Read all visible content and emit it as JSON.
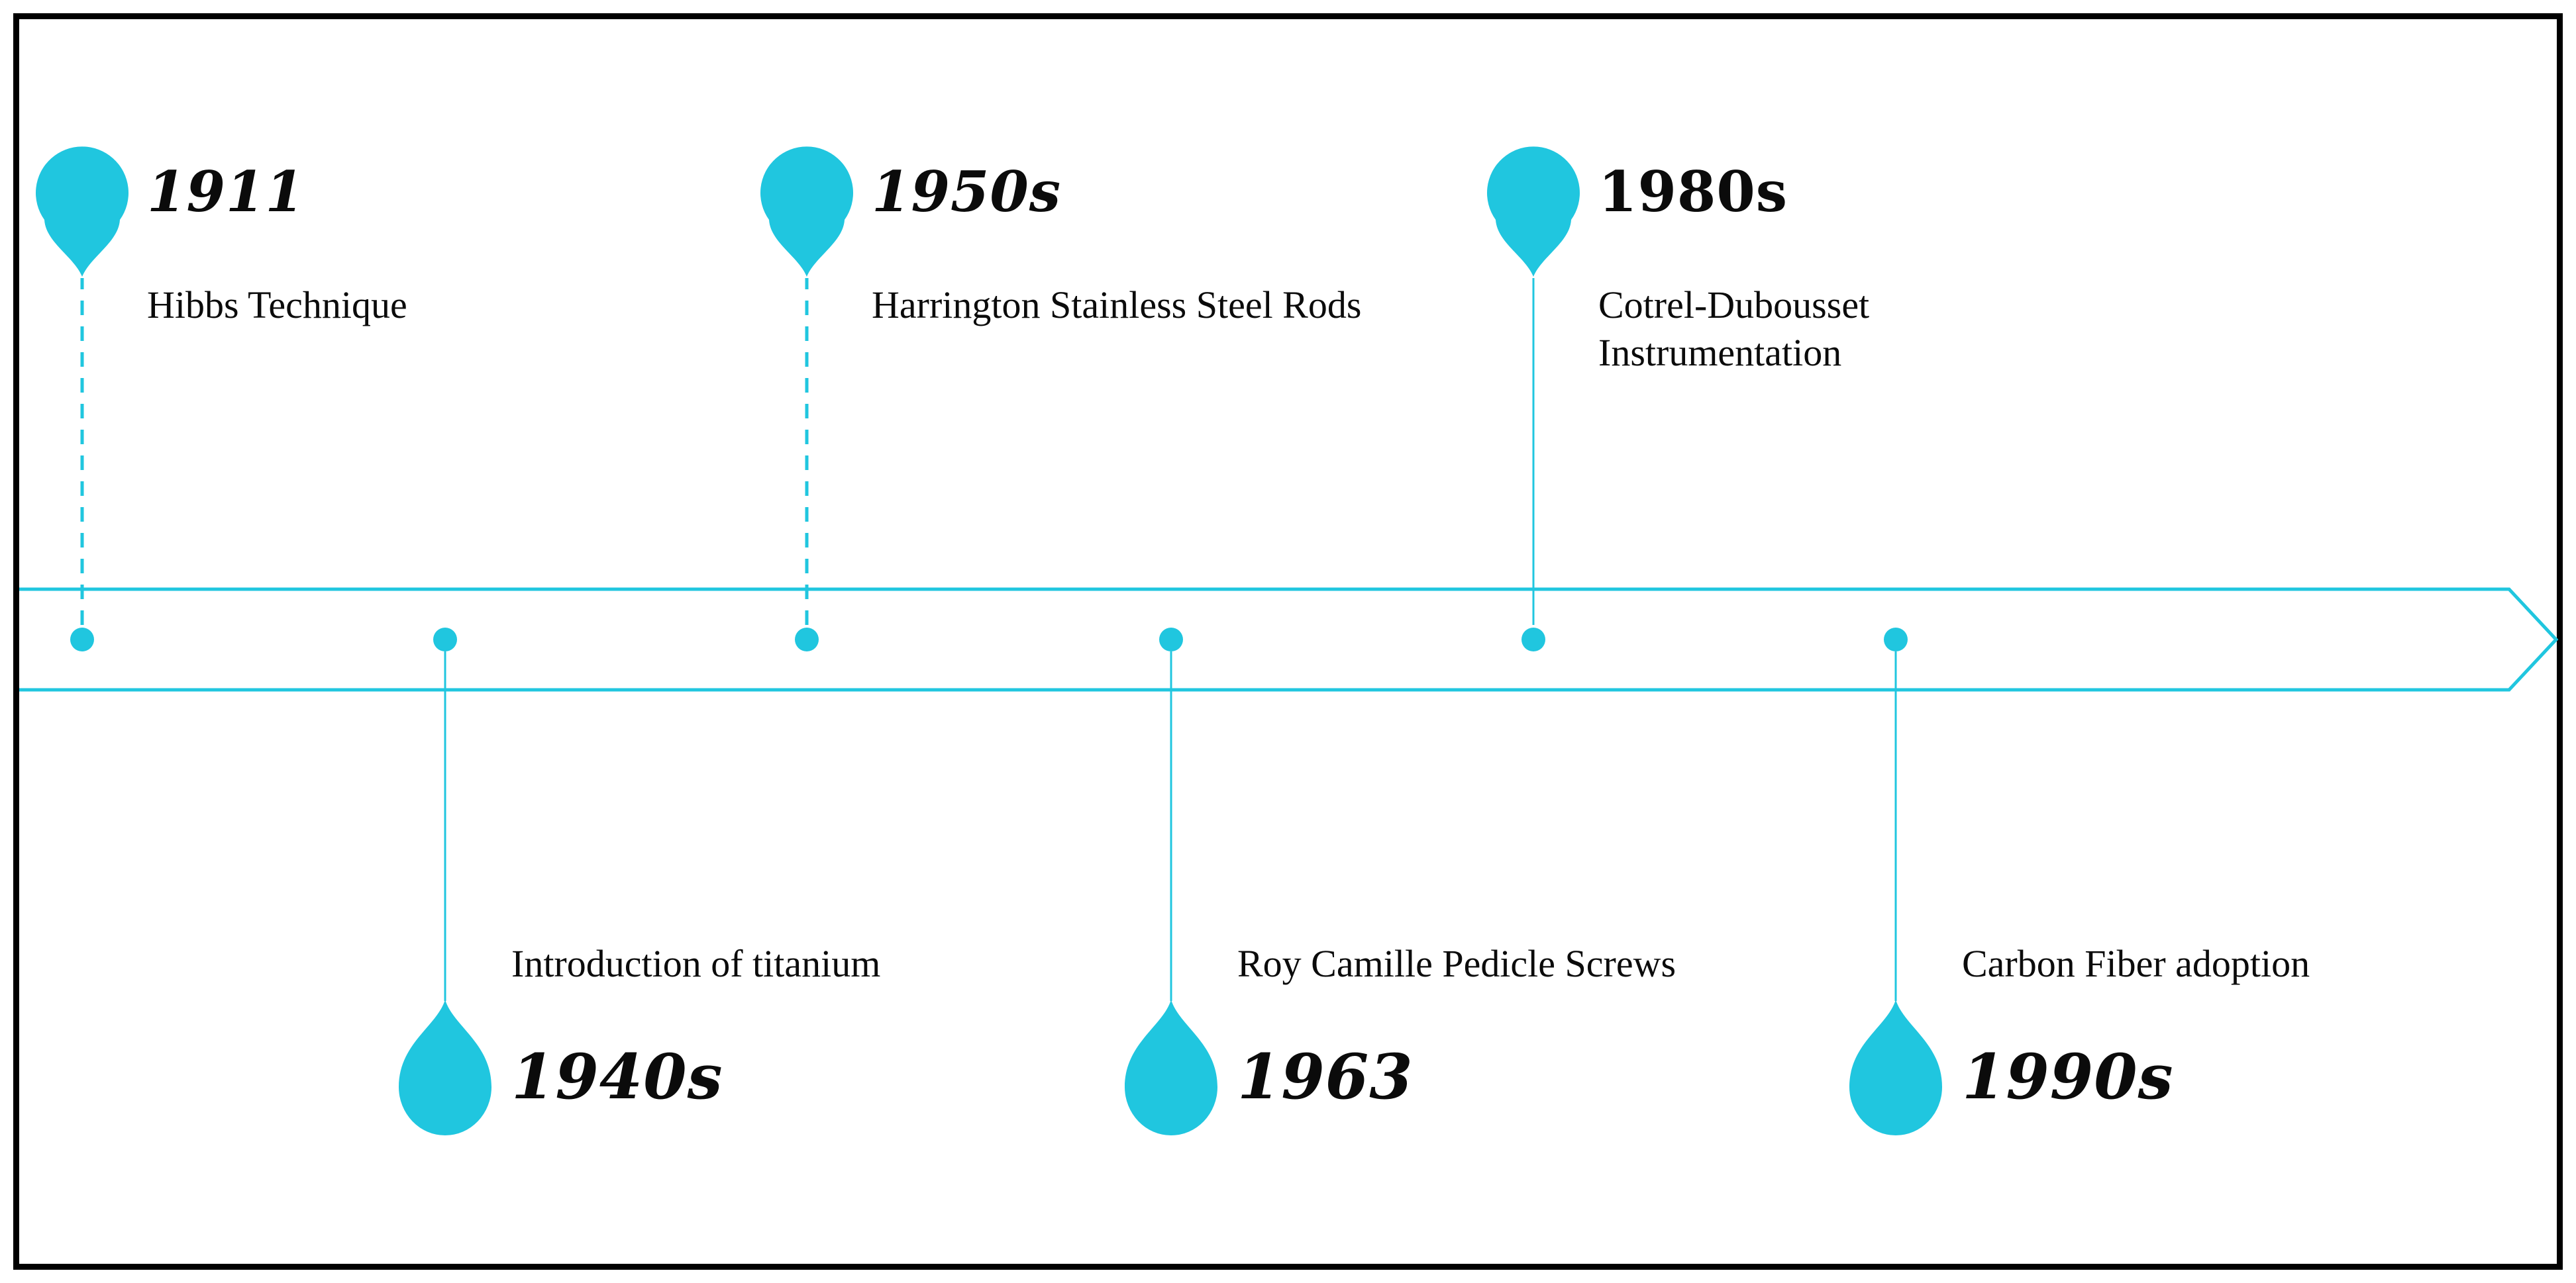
{
  "colors": {
    "accent": "#20C6DF",
    "ink": "#0B0B0B",
    "border": "#000000",
    "background": "#FFFFFF"
  },
  "timeline": {
    "direction": "left-to-right",
    "events": [
      {
        "year": "1911",
        "label": "Hibbs Technique",
        "position": "above",
        "connector": "dashed"
      },
      {
        "year": "1940s",
        "label": "Introduction of titanium",
        "position": "below",
        "connector": "solid"
      },
      {
        "year": "1950s",
        "label": "Harrington Stainless Steel Rods",
        "position": "above",
        "connector": "dashed"
      },
      {
        "year": "1963",
        "label": "Roy Camille Pedicle Screws",
        "position": "below",
        "connector": "solid"
      },
      {
        "year": "1980s",
        "label": "Cotrel-Dubousset Instrumentation",
        "position": "above",
        "connector": "solid"
      },
      {
        "year": "1990s",
        "label": "Carbon Fiber adoption",
        "position": "below",
        "connector": "solid"
      }
    ]
  }
}
